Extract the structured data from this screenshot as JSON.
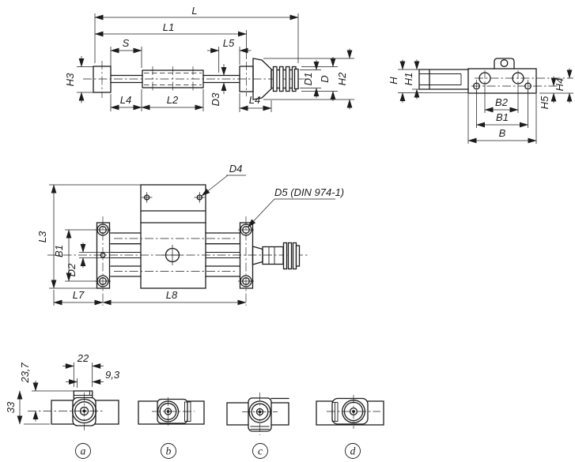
{
  "page": {
    "background": "#ffffff",
    "line_color": "#1c1c1c"
  },
  "spindle_view": {
    "dims": {
      "l": "L",
      "l1": "L1",
      "s": "S",
      "l5": "L5",
      "h3": "H3",
      "l4_left": "L4",
      "l2": "L2",
      "d3": "D3",
      "l4_right": "L4",
      "d1": "D1",
      "d": "D",
      "h2": "H2"
    }
  },
  "end_view": {
    "dims": {
      "h": "H",
      "h1": "H1",
      "h4": "H4",
      "h5": "H5",
      "b2": "B2",
      "b1": "B1",
      "b": "B"
    }
  },
  "top_view": {
    "dims": {
      "l3": "L3",
      "b1": "B1",
      "d2": "D2",
      "l7": "L7",
      "l8": "L8"
    },
    "callouts": {
      "d4": "D4",
      "d5": "D5 (DIN 974-1)"
    }
  },
  "variants": {
    "a": {
      "label": "a",
      "dims": {
        "width": "22",
        "offset": "9,3",
        "center_height": "23,7",
        "height": "33"
      }
    },
    "b": {
      "label": "b"
    },
    "c": {
      "label": "c"
    },
    "d": {
      "label": "d"
    }
  }
}
